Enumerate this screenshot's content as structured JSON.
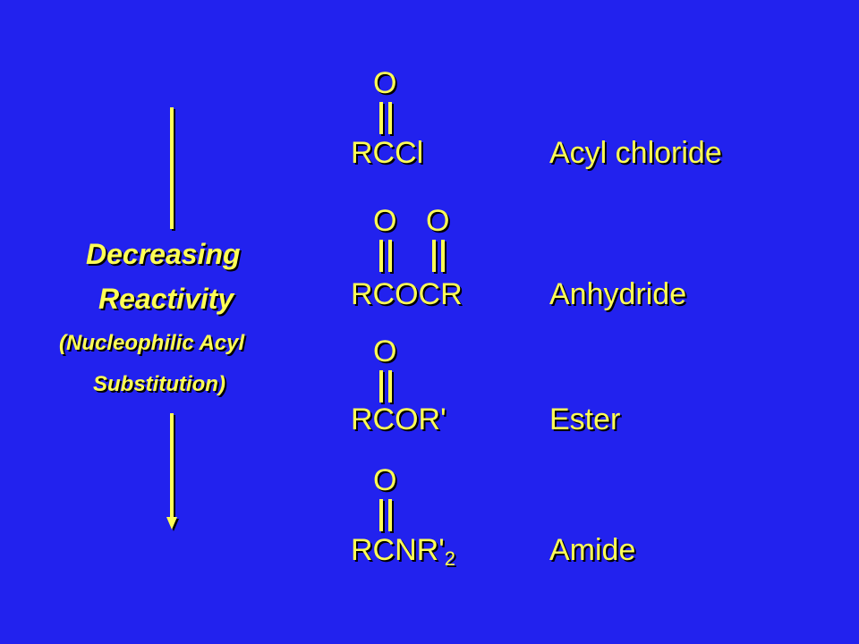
{
  "side": {
    "line1": "Decreasing",
    "line2": "Reactivity",
    "line3": "(Nucleophilic Acyl",
    "line4": "Substitution)"
  },
  "compounds": [
    {
      "oxygens": [
        "O"
      ],
      "formula": "RCCl",
      "subscript": "",
      "name": "Acyl chloride"
    },
    {
      "oxygens": [
        "O",
        "O"
      ],
      "formula": "RCOCR",
      "subscript": "",
      "name": "Anhydride"
    },
    {
      "oxygens": [
        "O"
      ],
      "formula": "RCOR'",
      "subscript": "",
      "name": "Ester"
    },
    {
      "oxygens": [
        "O"
      ],
      "formula": "RCNR'",
      "subscript": "2",
      "name": "Amide"
    }
  ],
  "colors": {
    "background": "#2222ee",
    "text": "#ffff55",
    "shadow": "#000000"
  }
}
